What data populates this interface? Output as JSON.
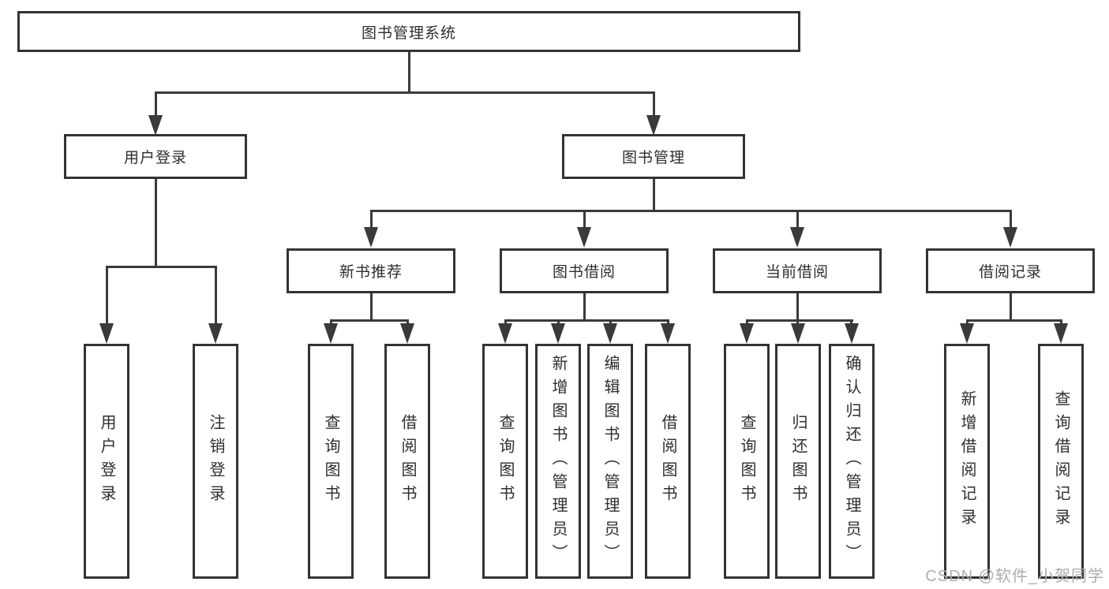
{
  "diagram": {
    "root": {
      "label": "图书管理系统"
    },
    "user_login": {
      "label": "用户登录",
      "children": [
        {
          "label": "用户登录"
        },
        {
          "label": "注销登录"
        }
      ]
    },
    "book_mgmt": {
      "label": "图书管理",
      "children": [
        {
          "label": "新书推荐",
          "children": [
            {
              "label": "查询图书"
            },
            {
              "label": "借阅图书"
            }
          ]
        },
        {
          "label": "图书借阅",
          "children": [
            {
              "label": "查询图书"
            },
            {
              "label": "新增图书（管理员）"
            },
            {
              "label": "编辑图书（管理员）"
            },
            {
              "label": "借阅图书"
            }
          ]
        },
        {
          "label": "当前借阅",
          "children": [
            {
              "label": "查询图书"
            },
            {
              "label": "归还图书"
            },
            {
              "label": "确认归还（管理员）"
            }
          ]
        },
        {
          "label": "借阅记录",
          "children": [
            {
              "label": "新增借阅记录"
            },
            {
              "label": "查询借阅记录"
            }
          ]
        }
      ]
    }
  },
  "watermark": {
    "text": "CSDN @软件_小贺同学",
    "color": "#adadad"
  },
  "colors": {
    "line": "#3a3a3a",
    "border": "#333333",
    "text": "#2e2e2e",
    "background": "#ffffff"
  }
}
